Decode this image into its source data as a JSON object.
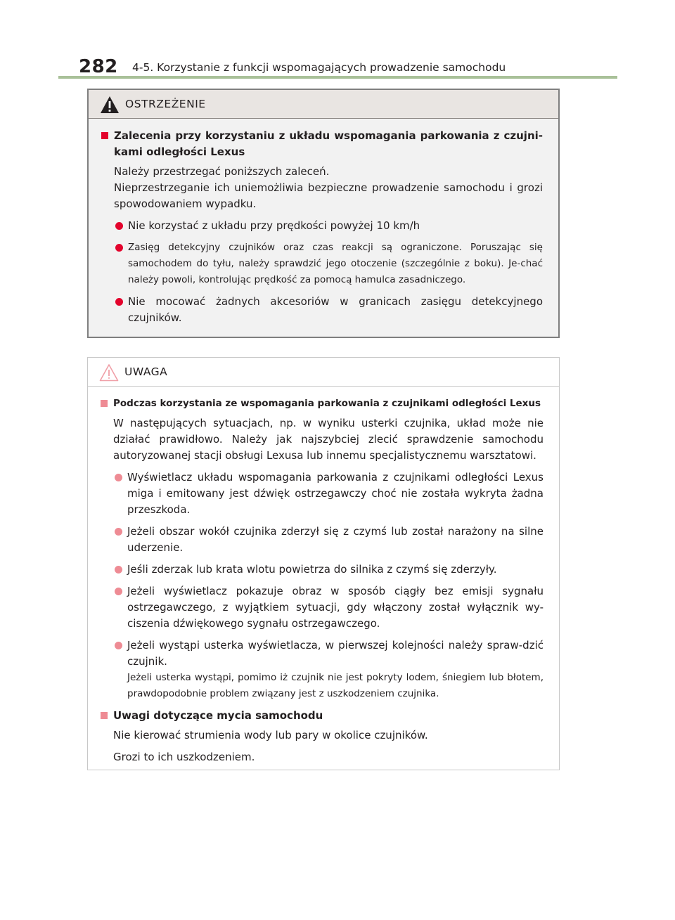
{
  "header": {
    "page_number": "282",
    "section_title": "4-5. Korzystanie z funkcji wspomagających prowadzenie samochodu"
  },
  "warning": {
    "label": "OSTRZEŻENIE",
    "section_title": "Zalecenia przy korzystaniu z układu  wspomagania parkowania z czujni-kami odległości Lexus",
    "intro_1": "Należy przestrzegać poniższych zaleceń.",
    "intro_2": "Nieprzestrzeganie ich uniemożliwia bezpieczne prowadzenie samochodu i grozi spowodowaniem wypadku.",
    "bullets": [
      "Nie korzystać z układu przy prędkości powyżej 10 km/h",
      "Zasięg detekcyjny czujników oraz czas reakcji są ograniczone. Poruszając się samochodem do tyłu, należy sprawdzić jego otoczenie (szczególnie z boku). Je-chać należy powoli, kontrolując prędkość za pomocą hamulca zasadniczego.",
      "Nie mocować żadnych akcesoriów w granicach zasięgu detekcyjnego czujników."
    ]
  },
  "notice": {
    "label": "UWAGA",
    "section_1_title": "Podczas korzystania ze wspomagania parkowania z czujnikami odległości Lexus",
    "section_1_body": "W następujących sytuacjach, np. w wyniku usterki czujnika, układ może nie działać prawidłowo. Należy jak najszybciej zlecić sprawdzenie samochodu autoryzowanej stacji obsługi Lexusa lub innemu specjalistycznemu warsztatowi.",
    "bullets": [
      "Wyświetlacz układu wspomagania parkowania z czujnikami odległości Lexus miga i emitowany jest dźwięk ostrzegawczy choć nie została wykryta żadna przeszkoda.",
      "Jeżeli obszar wokół czujnika zderzył się z czymś lub został narażony na silne uderzenie.",
      "Jeśli zderzak lub krata wlotu powietrza do silnika z czymś się zderzyły.",
      "Jeżeli wyświetlacz pokazuje obraz w sposób ciągły bez emisji sygnału ostrzegawczego, z wyjątkiem sytuacji, gdy włączony został wyłącznik wy-ciszenia dźwiękowego sygnału ostrzegawczego.",
      "Jeżeli wystąpi usterka wyświetlacza, w pierwszej kolejności należy spraw-dzić czujnik."
    ],
    "bullet_5_note": "Jeżeli usterka wystąpi, pomimo iż czujnik nie jest pokryty lodem, śniegiem lub błotem, prawdopodobnie problem związany jest z uszkodzeniem czujnika.",
    "section_2_title": "Uwagi dotyczące mycia samochodu",
    "section_2_body_1": "Nie kierować strumienia wody lub pary w okolice czujników.",
    "section_2_body_2": "Grozi to ich uszkodzeniem."
  },
  "colors": {
    "warning_accent": "#e3032c",
    "notice_accent": "#ee8b94",
    "header_rule": "#a9c199"
  }
}
